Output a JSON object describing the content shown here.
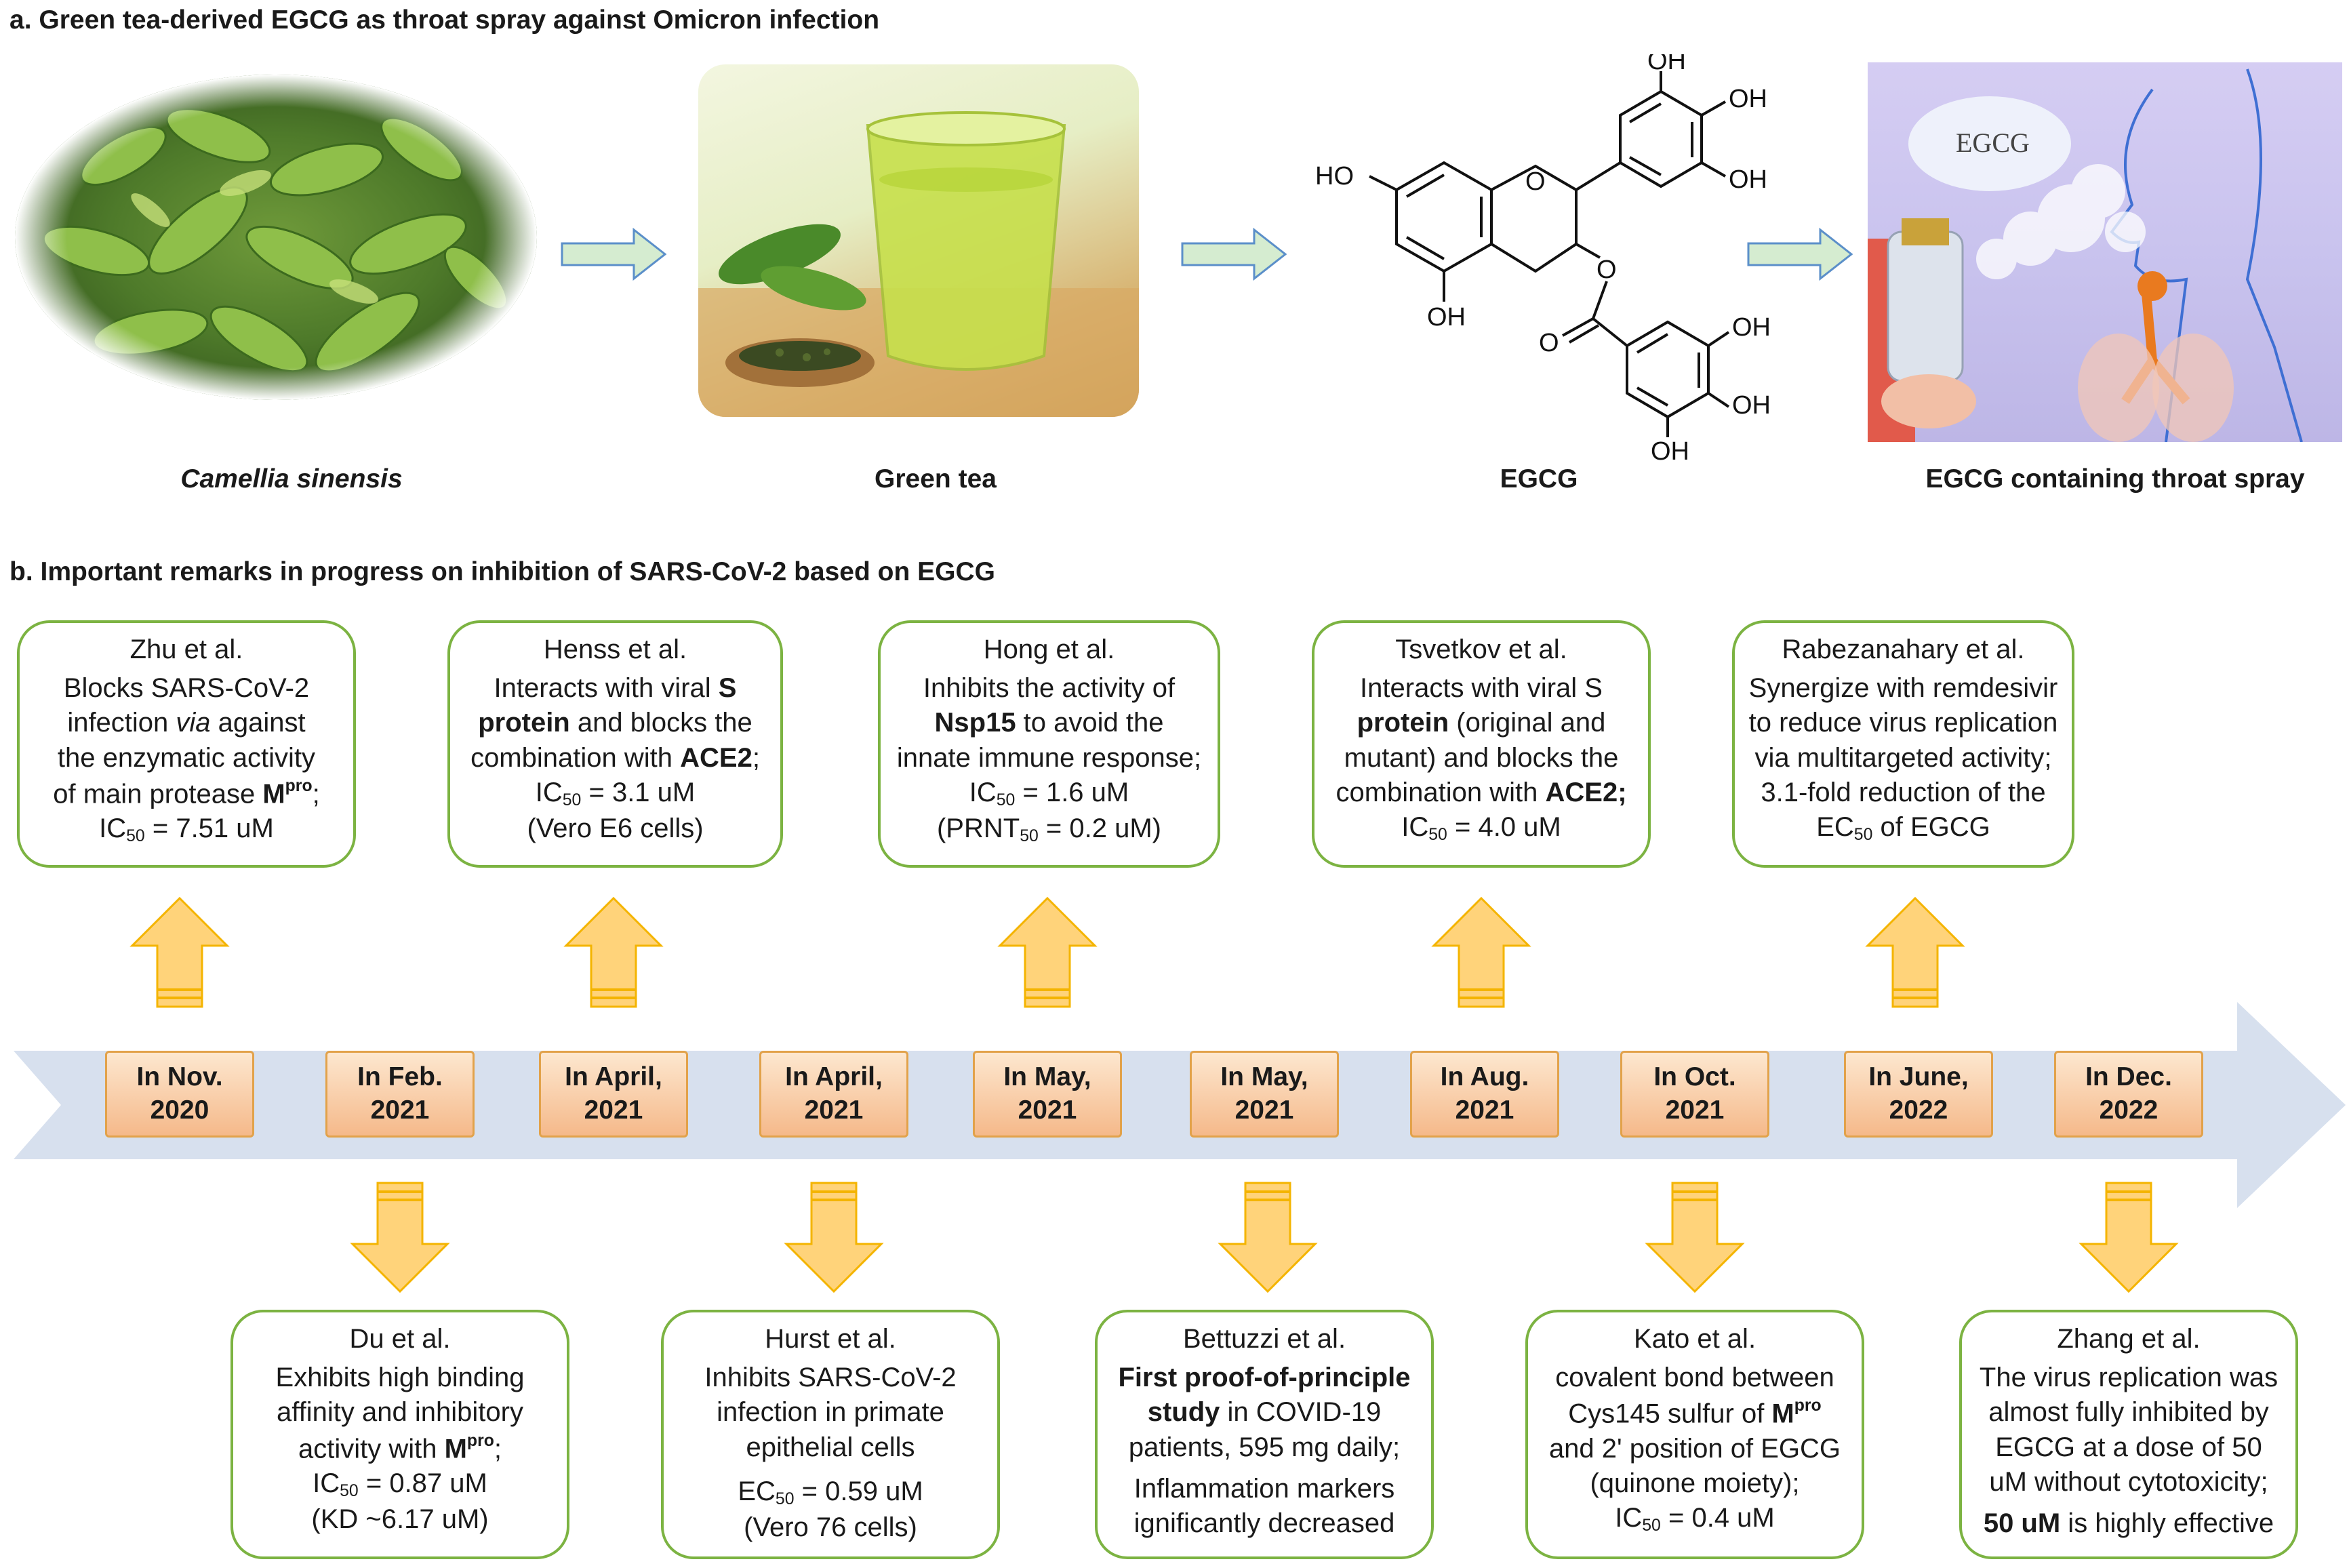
{
  "section_a": {
    "title": "a. Green tea-derived EGCG as throat spray against Omicron infection",
    "captions": [
      "Camellia sinensis",
      "Green tea",
      "EGCG",
      "EGCG containing throat spray"
    ],
    "molecule_labels": {
      "oh1": "OH",
      "oh2": "OH",
      "oh3": "OH",
      "ho": "HO",
      "o_ring": "O",
      "oh_bottom": "OH",
      "o_ester": "O",
      "o_carbonyl": "O",
      "oh4": "OH",
      "oh5": "OH",
      "oh6": "OH"
    },
    "spray_label": "EGCG"
  },
  "section_b": {
    "title": "b. Important remarks in progress on inhibition of SARS-CoV-2 based on EGCG",
    "dates": [
      {
        "line1": "In Nov.",
        "line2": "2020"
      },
      {
        "line1": "In Feb.",
        "line2": "2021"
      },
      {
        "line1": "In April,",
        "line2": "2021"
      },
      {
        "line1": "In April,",
        "line2": "2021"
      },
      {
        "line1": "In May,",
        "line2": "2021"
      },
      {
        "line1": "In May,",
        "line2": "2021"
      },
      {
        "line1": "In Aug.",
        "line2": "2021"
      },
      {
        "line1": "In Oct.",
        "line2": "2021"
      },
      {
        "line1": "In June,",
        "line2": "2022"
      },
      {
        "line1": "In Dec.",
        "line2": "2022"
      }
    ],
    "top_cards": [
      {
        "author": "Zhu et al.",
        "l1": "Blocks SARS-CoV-2",
        "l2a": "infection ",
        "l2b": "via",
        "l2c": " against",
        "l3": "the enzymatic activity",
        "l4a": "of main protease ",
        "l4b": "M",
        "l4sup": "pro",
        "l4c": ";",
        "l5a": "IC",
        "l5sub": "50",
        "l5b": " = 7.51 uM"
      },
      {
        "author": "Henss et al.",
        "l1a": "Interacts with viral ",
        "l1b": "S",
        "l2a": "protein",
        "l2b": " and blocks the",
        "l3a": "combination with ",
        "l3b": "ACE2",
        "l3c": ";",
        "l4a": "IC",
        "l4sub": "50",
        "l4b": " = 3.1 uM",
        "l5": "(Vero E6 cells)"
      },
      {
        "author": "Hong et al.",
        "l1": "Inhibits the activity of",
        "l2a": "Nsp15",
        "l2b": " to avoid the",
        "l3": "innate immune response;",
        "l4a": "IC",
        "l4sub": "50",
        "l4b": " = 1.6 uM",
        "l5a": "(PRNT",
        "l5sub": "50",
        "l5b": " = 0.2 uM)"
      },
      {
        "author": "Tsvetkov et al.",
        "l1": "Interacts with viral S",
        "l2a": "protein",
        "l2b": " (original and",
        "l3": "mutant) and blocks the",
        "l4a": "combination with ",
        "l4b": "ACE2;",
        "l5a": "IC",
        "l5sub": "50",
        "l5b": " = 4.0 uM"
      },
      {
        "author": "Rabezanahary et al.",
        "l1": "Synergize with remdesivir",
        "l2": "to reduce virus replication",
        "l3": "via multitargeted activity;",
        "l4": "3.1-fold reduction of the",
        "l5a": "EC",
        "l5sub": "50",
        "l5b": " of EGCG"
      }
    ],
    "bottom_cards": [
      {
        "author": "Du et al.",
        "l1": "Exhibits high binding",
        "l2": "affinity and inhibitory",
        "l3a": "activity with ",
        "l3b": "M",
        "l3sup": "pro",
        "l3c": ";",
        "l4a": "IC",
        "l4sub": "50",
        "l4b": " = 0.87 uM",
        "l5": "(KD ~6.17 uM)"
      },
      {
        "author": "Hurst et al.",
        "l1": "Inhibits SARS-CoV-2",
        "l2": "infection in primate",
        "l3": "epithelial cells",
        "l4a": "EC",
        "l4sub": "50",
        "l4b": " = 0.59 uM",
        "l5": "(Vero 76 cells)"
      },
      {
        "author": "Bettuzzi et al.",
        "l1": "First proof-of-principle",
        "l2a": "study",
        "l2b": " in COVID-19",
        "l3": "patients, 595 mg daily;",
        "l4": "Inflammation markers",
        "l5": "ignificantly decreased"
      },
      {
        "author": "Kato et al.",
        "l1": "covalent bond between",
        "l2a": "Cys145 sulfur of ",
        "l2b": "M",
        "l2sup": "pro",
        "l3": "and 2' position of EGCG",
        "l4": "(quinone moiety);",
        "l5a": "IC",
        "l5sub": "50",
        "l5b": " = 0.4 uM"
      },
      {
        "author": "Zhang et al.",
        "l1": "The virus replication was",
        "l2": "almost fully inhibited by",
        "l3": "EGCG at a dose of 50",
        "l4": "uM without cytotoxicity;",
        "l5a": "50 uM",
        "l5b": " is highly effective"
      }
    ]
  }
}
